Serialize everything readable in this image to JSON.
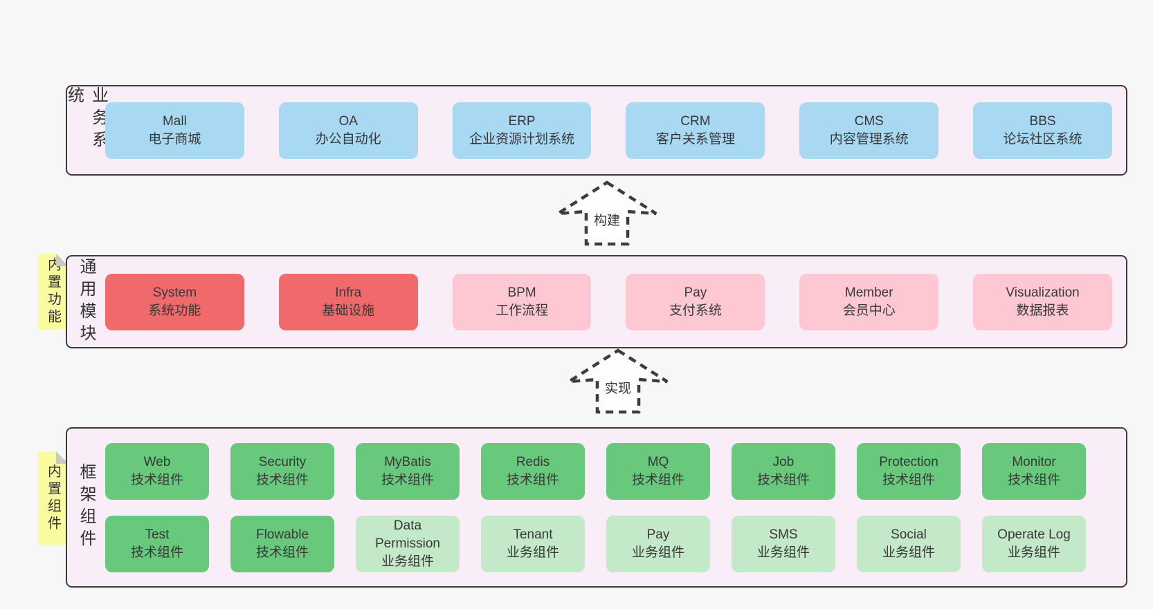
{
  "diagram": {
    "background": "#f7f7f7",
    "palette": {
      "container_bg": "#f9eef7",
      "container_border": "#3b3b3b",
      "blue": "#a9d9f2",
      "red": "#f0696b",
      "pink": "#fdc8d2",
      "green": "#68c87b",
      "light_green": "#c3e9c9",
      "sticky_yellow": "#fafa9e",
      "sticky_fold": "#c9c9c9",
      "text": "#383838"
    },
    "layers": {
      "business": {
        "label": "业务系统",
        "items": [
          {
            "name": "Mall",
            "desc": "电子商城",
            "variant": "blue"
          },
          {
            "name": "OA",
            "desc": "办公自动化",
            "variant": "blue"
          },
          {
            "name": "ERP",
            "desc": "企业资源计划系统",
            "variant": "blue"
          },
          {
            "name": "CRM",
            "desc": "客户关系管理",
            "variant": "blue"
          },
          {
            "name": "CMS",
            "desc": "内容管理系统",
            "variant": "blue"
          },
          {
            "name": "BBS",
            "desc": "论坛社区系统",
            "variant": "blue"
          }
        ]
      },
      "modules": {
        "label": "通用模块",
        "sticky": "内置功能",
        "items": [
          {
            "name": "System",
            "desc": "系统功能",
            "variant": "red"
          },
          {
            "name": "Infra",
            "desc": "基础设施",
            "variant": "red"
          },
          {
            "name": "BPM",
            "desc": "工作流程",
            "variant": "pink"
          },
          {
            "name": "Pay",
            "desc": "支付系统",
            "variant": "pink"
          },
          {
            "name": "Member",
            "desc": "会员中心",
            "variant": "pink"
          },
          {
            "name": "Visualization",
            "desc": "数据报表",
            "variant": "pink"
          }
        ]
      },
      "components": {
        "label": "框架组件",
        "sticky": "内置组件",
        "rows": [
          [
            {
              "name": "Web",
              "desc": "技术组件",
              "variant": "green"
            },
            {
              "name": "Security",
              "desc": "技术组件",
              "variant": "green"
            },
            {
              "name": "MyBatis",
              "desc": "技术组件",
              "variant": "green"
            },
            {
              "name": "Redis",
              "desc": "技术组件",
              "variant": "green"
            },
            {
              "name": "MQ",
              "desc": "技术组件",
              "variant": "green"
            },
            {
              "name": "Job",
              "desc": "技术组件",
              "variant": "green"
            },
            {
              "name": "Protection",
              "desc": "技术组件",
              "variant": "green"
            },
            {
              "name": "Monitor",
              "desc": "技术组件",
              "variant": "green"
            }
          ],
          [
            {
              "name": "Test",
              "desc": "技术组件",
              "variant": "green"
            },
            {
              "name": "Flowable",
              "desc": "技术组件",
              "variant": "green"
            },
            {
              "name": "Data Permission",
              "desc": "业务组件",
              "variant": "lightgreen"
            },
            {
              "name": "Tenant",
              "desc": "业务组件",
              "variant": "lightgreen"
            },
            {
              "name": "Pay",
              "desc": "业务组件",
              "variant": "lightgreen"
            },
            {
              "name": "SMS",
              "desc": "业务组件",
              "variant": "lightgreen"
            },
            {
              "name": "Social",
              "desc": "业务组件",
              "variant": "lightgreen"
            },
            {
              "name": "Operate Log",
              "desc": "业务组件",
              "variant": "lightgreen"
            }
          ]
        ]
      }
    },
    "arrows": [
      {
        "label": "构建"
      },
      {
        "label": "实现"
      }
    ]
  }
}
